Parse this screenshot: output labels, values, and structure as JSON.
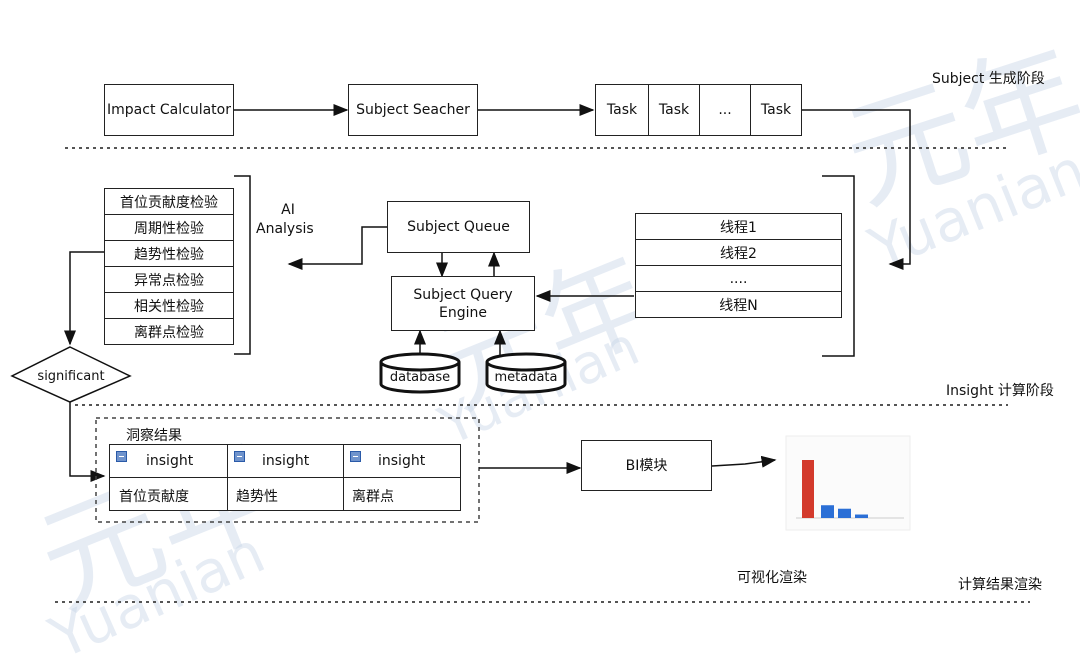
{
  "watermark": {
    "text_cn": "元年",
    "text_en": "Yuanian",
    "color": "#c9d6e8"
  },
  "stages": {
    "subject": "Subject 生成阶段",
    "insight": "Insight 计算阶段",
    "render": "计算结果渲染"
  },
  "row1": {
    "impact_calculator": "Impact Calculator",
    "subject_searcher": "Subject Seacher",
    "tasks": [
      "Task",
      "Task",
      "...",
      "Task"
    ]
  },
  "checks": [
    "首位贡献度检验",
    "周期性检验",
    "趋势性检验",
    "异常点检验",
    "相关性检验",
    "离群点检验"
  ],
  "ai_analysis": [
    "AI",
    "Analysis"
  ],
  "subject_queue": "Subject Queue",
  "query_engine": [
    "Subject Query",
    "Engine"
  ],
  "stores": {
    "database": "database",
    "metadata": "metadata"
  },
  "threads": [
    "线程1",
    "线程2",
    "....",
    "线程N"
  ],
  "decision": "significant",
  "results": {
    "title": "洞察结果",
    "insight_label": "insight",
    "types": [
      "首位贡献度",
      "趋势性",
      "离群点"
    ]
  },
  "bi_module": "BI模块",
  "visualization_label": "可视化渲染",
  "thumbnail_chart": {
    "type": "bar",
    "values": [
      100,
      22,
      16,
      6
    ],
    "colors": [
      "#d33a2c",
      "#2b6fd6",
      "#2b6fd6",
      "#2b6fd6"
    ]
  }
}
